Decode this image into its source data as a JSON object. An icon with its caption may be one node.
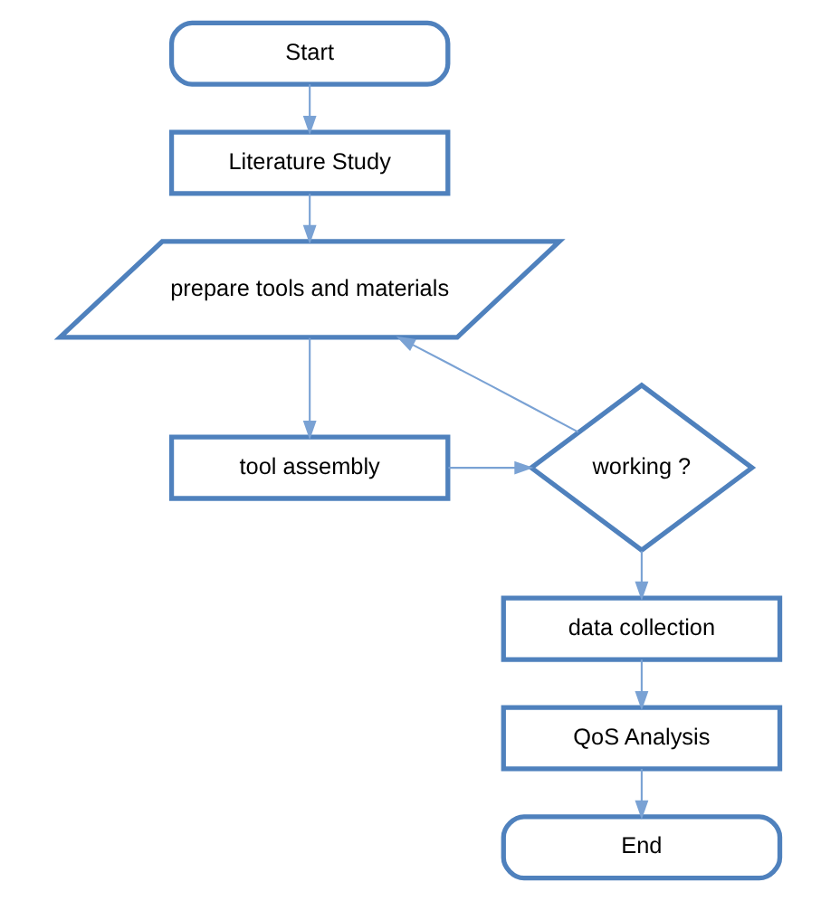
{
  "diagram": {
    "nodes": [
      {
        "text": [
          "Start"
        ]
      },
      {
        "text": [
          "Literature Study"
        ]
      },
      {
        "text": [
          "prepare tools and materials"
        ]
      },
      {
        "text": [
          "tool assembly"
        ]
      },
      {
        "text": [
          "working ?"
        ]
      },
      {
        "text": [
          "data collection"
        ]
      },
      {
        "text": [
          "QoS Analysis"
        ]
      },
      {
        "text": [
          "End"
        ]
      }
    ],
    "edges": [
      {
        "from": 0,
        "to": 1,
        "arrow": "to"
      },
      {
        "from": 1,
        "to": 2,
        "arrow": "to"
      },
      {
        "from": 2,
        "to": 3,
        "arrow": "to"
      },
      {
        "from": 3,
        "to": 4,
        "arrow": "to"
      },
      {
        "from": 4,
        "to": 2,
        "arrow": "to"
      },
      {
        "from": 4,
        "to": 5,
        "arrow": "to"
      },
      {
        "from": 5,
        "to": 6,
        "arrow": "to"
      },
      {
        "from": 6,
        "to": 7,
        "arrow": "to"
      }
    ]
  }
}
